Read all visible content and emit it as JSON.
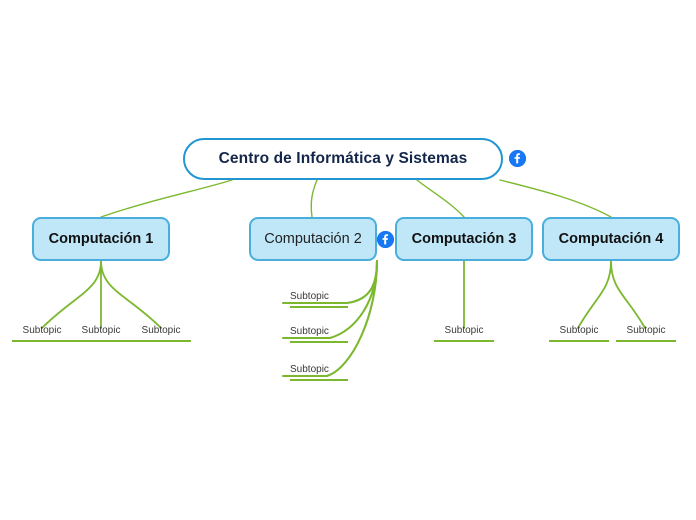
{
  "diagram": {
    "type": "mind-map",
    "background_color": "#ffffff",
    "edge_color": "#7cb82f",
    "root": {
      "label": "Centro de Informática y Sistemas",
      "fill_color": "#ffffff",
      "border_color": "#2196d3",
      "text_color": "#14264a",
      "badge": "facebook-icon"
    },
    "branches": [
      {
        "label": "Computación 1",
        "fill_color": "#bfe7f8",
        "border_color": "#4aaedd",
        "bold": true,
        "badge": null,
        "children": [
          {
            "label": "Subtopic"
          },
          {
            "label": "Subtopic"
          },
          {
            "label": "Subtopic"
          }
        ]
      },
      {
        "label": "Computación 2",
        "fill_color": "#bfe7f8",
        "border_color": "#4aaedd",
        "bold": false,
        "badge": "facebook-icon",
        "children": [
          {
            "label": "Subtopic"
          },
          {
            "label": "Subtopic"
          },
          {
            "label": "Subtopic"
          }
        ]
      },
      {
        "label": "Computación 3",
        "fill_color": "#bfe7f8",
        "border_color": "#4aaedd",
        "bold": true,
        "badge": null,
        "children": [
          {
            "label": "Subtopic"
          }
        ]
      },
      {
        "label": "Computación 4",
        "fill_color": "#bfe7f8",
        "border_color": "#4aaedd",
        "bold": true,
        "badge": null,
        "children": [
          {
            "label": "Subtopic"
          },
          {
            "label": "Subtopic"
          }
        ]
      }
    ]
  }
}
